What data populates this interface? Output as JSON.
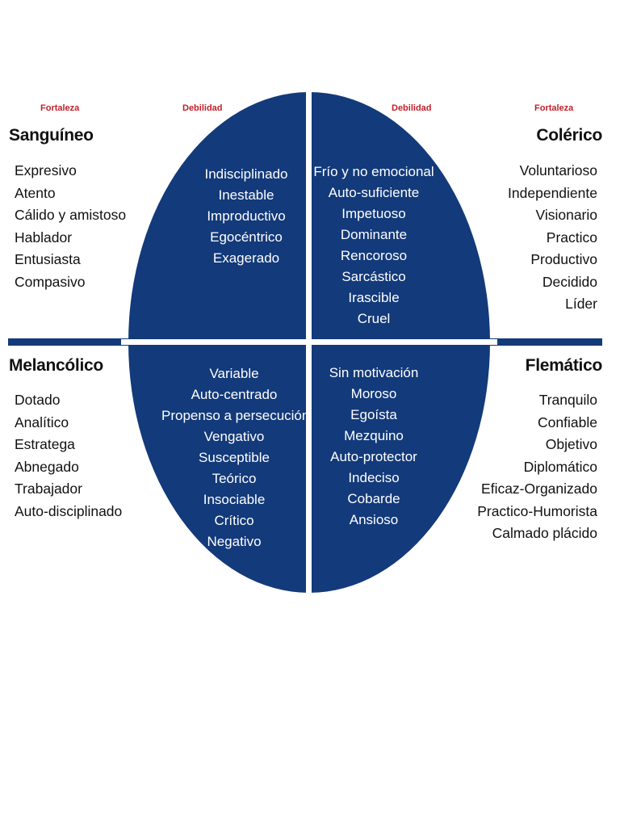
{
  "labels": {
    "fortaleza_left": "Fortaleza",
    "debilidad_left": "Debilidad",
    "debilidad_right": "Debilidad",
    "fortaleza_right": "Fortaleza"
  },
  "colors": {
    "ellipse_fill": "#133a7a",
    "label_red": "#c0202a",
    "divider": "#ffffff"
  },
  "quadrants": {
    "sanguineo": {
      "name": "Sanguíneo",
      "strengths": [
        "Expresivo",
        "Atento",
        "Cálido y amistoso",
        "Hablador",
        "Entusiasta",
        "Compasivo"
      ],
      "weaknesses": [
        "Indisciplinado",
        "Inestable",
        "Improductivo",
        "Egocéntrico",
        "Exagerado"
      ]
    },
    "colerico": {
      "name": "Colérico",
      "strengths": [
        "Voluntarioso",
        "Independiente",
        "Visionario",
        "Practico",
        "Productivo",
        "Decidido",
        "Líder"
      ],
      "weaknesses": [
        "Frío y no emocional",
        "Auto-suficiente",
        "Impetuoso",
        "Dominante",
        "Rencoroso",
        "Sarcástico",
        "Irascible",
        "Cruel"
      ]
    },
    "melancolico": {
      "name": "Melancólico",
      "strengths": [
        "Dotado",
        "Analítico",
        "Estratega",
        "Abnegado",
        "Trabajador",
        "Auto-disciplinado"
      ],
      "weaknesses": [
        "Variable",
        "Auto-centrado",
        "Propenso a persecución",
        "Vengativo",
        "Susceptible",
        "Teórico",
        "Insociable",
        "Crítico",
        "Negativo"
      ]
    },
    "flematico": {
      "name": "Flemático",
      "strengths": [
        "Tranquilo",
        "Confiable",
        "Objetivo",
        "Diplomático",
        "Eficaz-Organizado",
        "Practico-Humorista",
        "Calmado plácido"
      ],
      "weaknesses": [
        "Sin motivación",
        "Moroso",
        "Egoísta",
        "Mezquino",
        "Auto-protector",
        "Indeciso",
        "Cobarde",
        "Ansioso"
      ]
    }
  }
}
